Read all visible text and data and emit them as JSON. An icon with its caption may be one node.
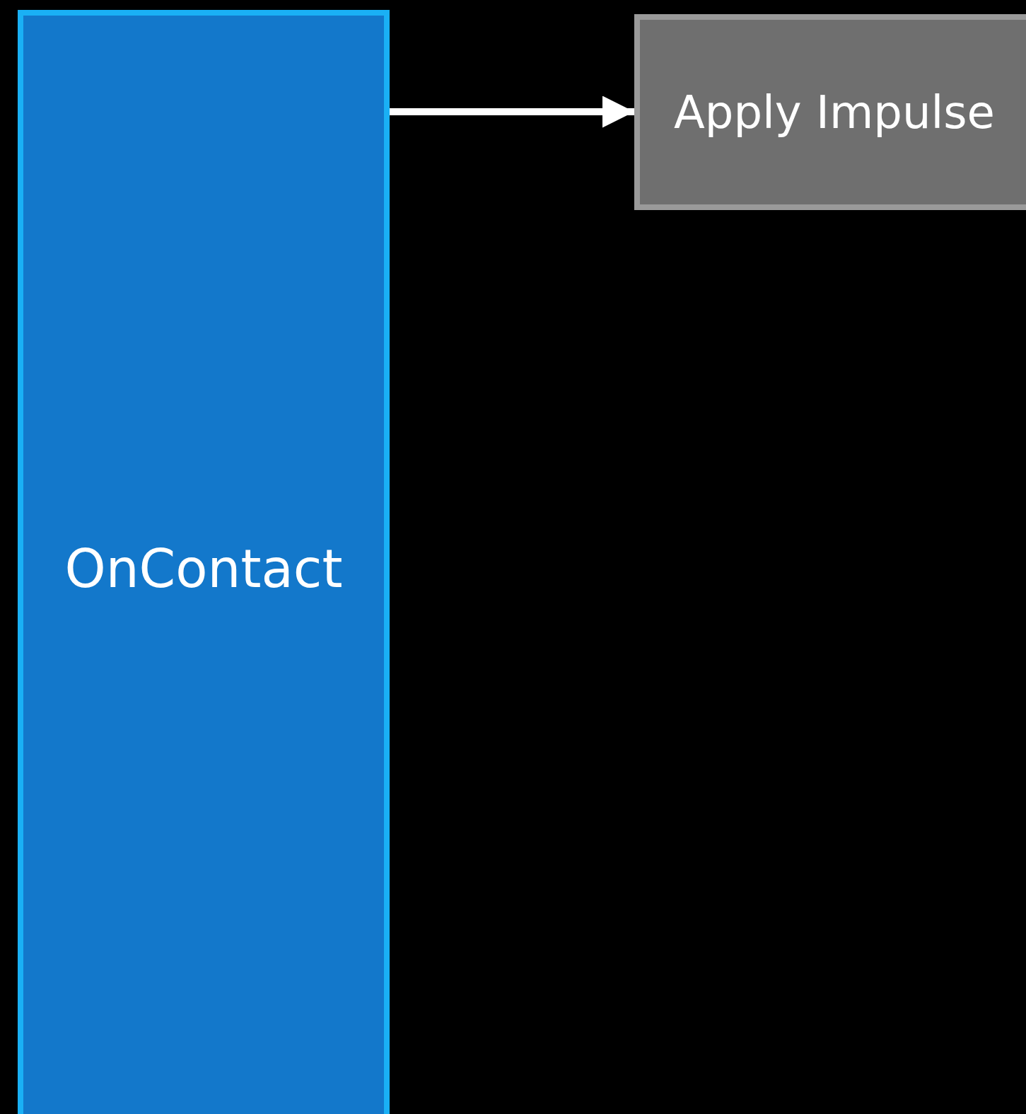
{
  "diagram": {
    "nodes": [
      {
        "text": [
          "OnContact"
        ]
      },
      {
        "text": [
          "Apply Impulse"
        ]
      }
    ],
    "edges": [
      {
        "from": 0,
        "to": 1,
        "arrow": "to"
      }
    ]
  }
}
